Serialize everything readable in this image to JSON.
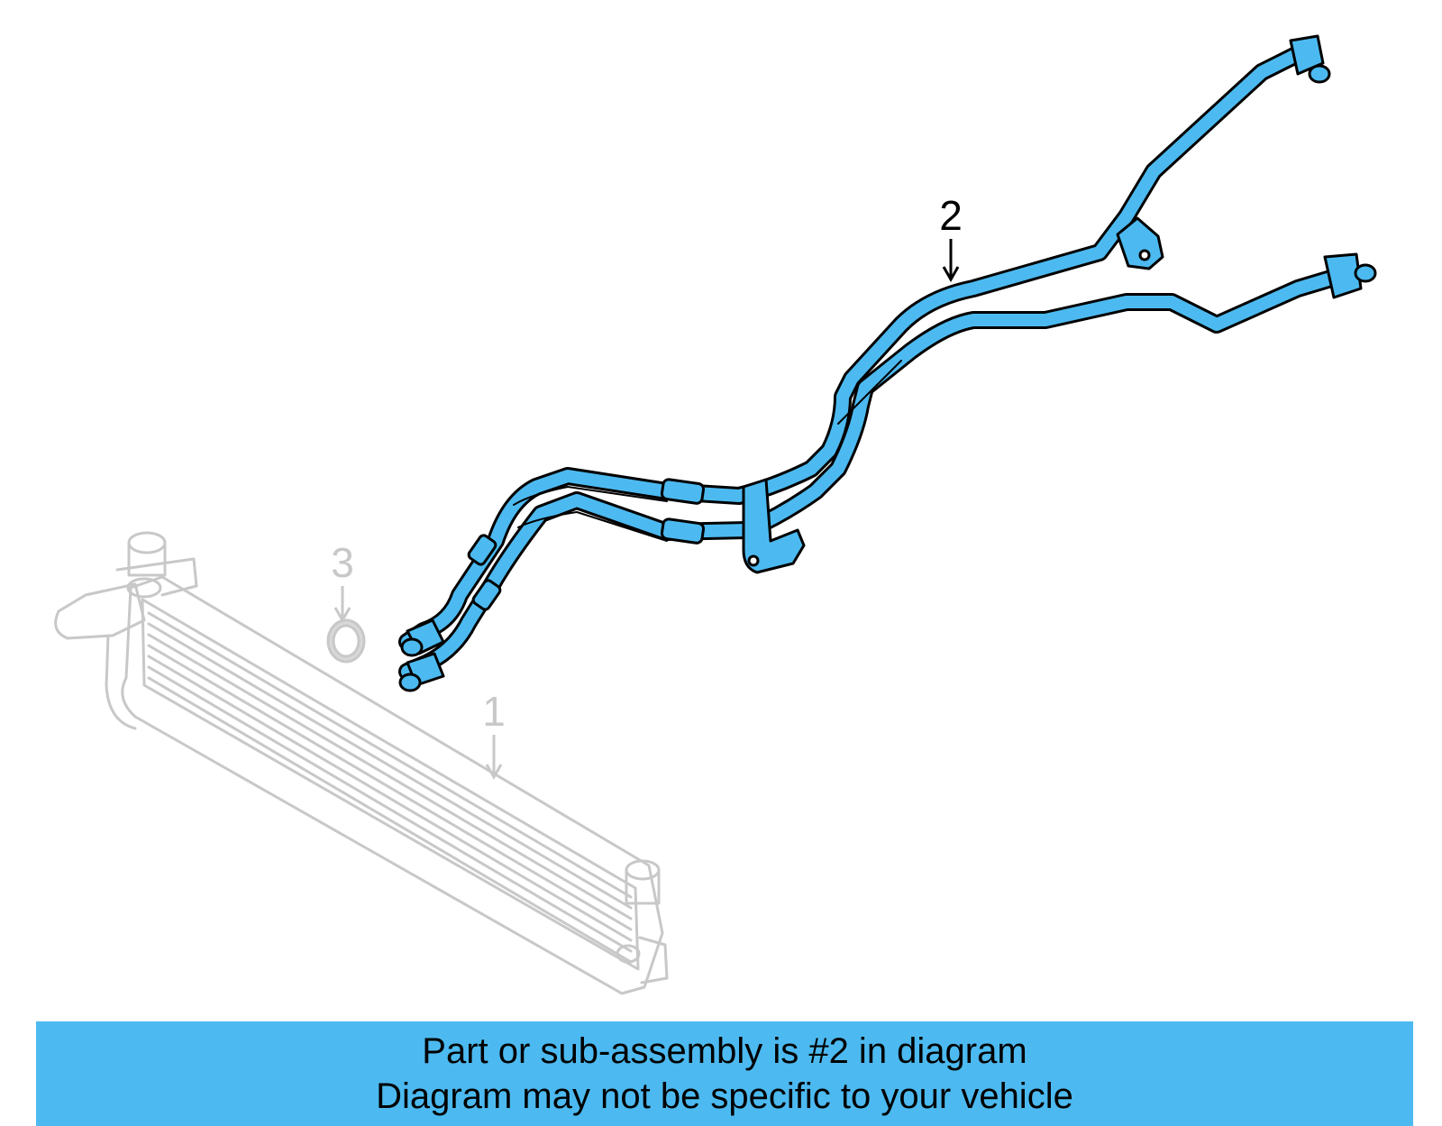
{
  "colors": {
    "highlight": "#4cbaf0",
    "banner": "#4cbaf0",
    "faded": "#c8c8c8",
    "outline": "#000000"
  },
  "callouts": [
    {
      "number": "1",
      "part": "oil-cooler",
      "highlighted": false
    },
    {
      "number": "2",
      "part": "cooler-lines",
      "highlighted": true
    },
    {
      "number": "3",
      "part": "o-ring",
      "highlighted": false
    }
  ],
  "banner": {
    "line1": "Part or sub-assembly is #2 in diagram",
    "line2": "Diagram may not be specific to your vehicle"
  }
}
